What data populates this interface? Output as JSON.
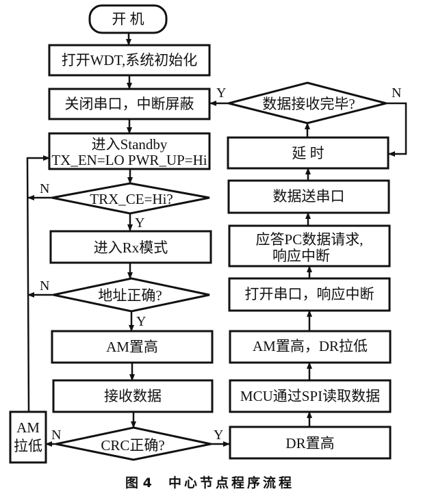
{
  "diagram": {
    "type": "flowchart",
    "caption": {
      "figure_label": "图 4",
      "title": "中心节点程序流程"
    },
    "nodes": {
      "start": "开  机",
      "init": "打开WDT,系统初始化",
      "close_serial": "关闭串口，中断屏蔽",
      "standby_line1": "进入Standby",
      "standby_line2": "TX_EN=LO PWR_UP=Hi",
      "trx_ce_check": "TRX_CE=Hi?",
      "rx_mode": "进入Rx模式",
      "address_check": "地址正确?",
      "am_high": "AM置高",
      "receive_data": "接收数据",
      "crc_check": "CRC正确?",
      "am_low_line1": "AM",
      "am_low_line2": "拉低",
      "dr_high": "DR置高",
      "mcu_spi_read": "MCU通过SPI读取数据",
      "am_high_dr_low": "AM置高，DR拉低",
      "open_serial": "打开串口，响应中断",
      "respond_pc_line1": "应答PC数据请求,",
      "respond_pc_line2": "响应中断",
      "send_serial": "数据送串口",
      "delay": "延  时",
      "receive_done_check": "数据接收完毕?"
    },
    "branch_labels": {
      "yes": "Y",
      "no": "N"
    }
  }
}
